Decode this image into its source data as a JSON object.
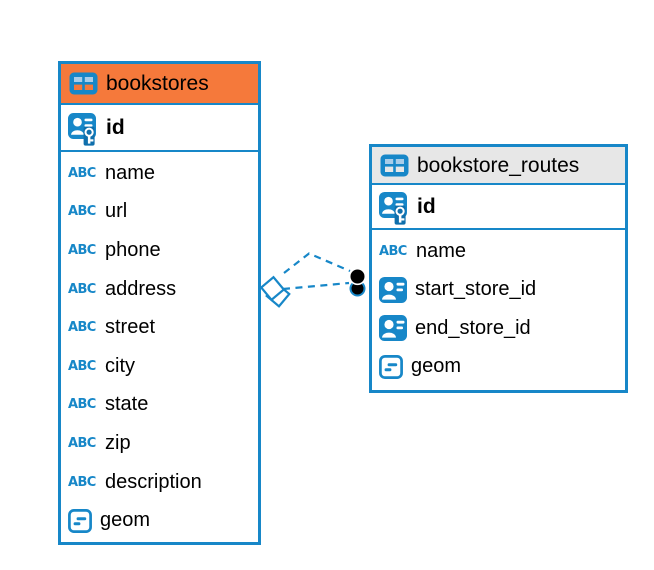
{
  "icons": {
    "text_type_glyph": "ABC"
  },
  "diagram": {
    "background_color": "#FFFFFF",
    "accent_color": "#1787C8",
    "tables": [
      {
        "name": "bookstores",
        "header_color": "#F5793B",
        "primary_key": "id",
        "columns": [
          {
            "name": "name",
            "type": "text"
          },
          {
            "name": "url",
            "type": "text"
          },
          {
            "name": "phone",
            "type": "text"
          },
          {
            "name": "address",
            "type": "text"
          },
          {
            "name": "street",
            "type": "text"
          },
          {
            "name": "city",
            "type": "text"
          },
          {
            "name": "state",
            "type": "text"
          },
          {
            "name": "zip",
            "type": "text"
          },
          {
            "name": "description",
            "type": "text"
          },
          {
            "name": "geom",
            "type": "geometry"
          }
        ]
      },
      {
        "name": "bookstore_routes",
        "header_color": "#E7E7E7",
        "primary_key": "id",
        "columns": [
          {
            "name": "name",
            "type": "text"
          },
          {
            "name": "start_store_id",
            "type": "reference"
          },
          {
            "name": "end_store_id",
            "type": "reference"
          },
          {
            "name": "geom",
            "type": "geometry"
          }
        ]
      }
    ],
    "relationships": [
      {
        "from_table": "bookstores",
        "to_table": "bookstore_routes",
        "line_style": "dashed"
      },
      {
        "from_table": "bookstores",
        "to_table": "bookstore_routes",
        "line_style": "dashed"
      }
    ]
  }
}
